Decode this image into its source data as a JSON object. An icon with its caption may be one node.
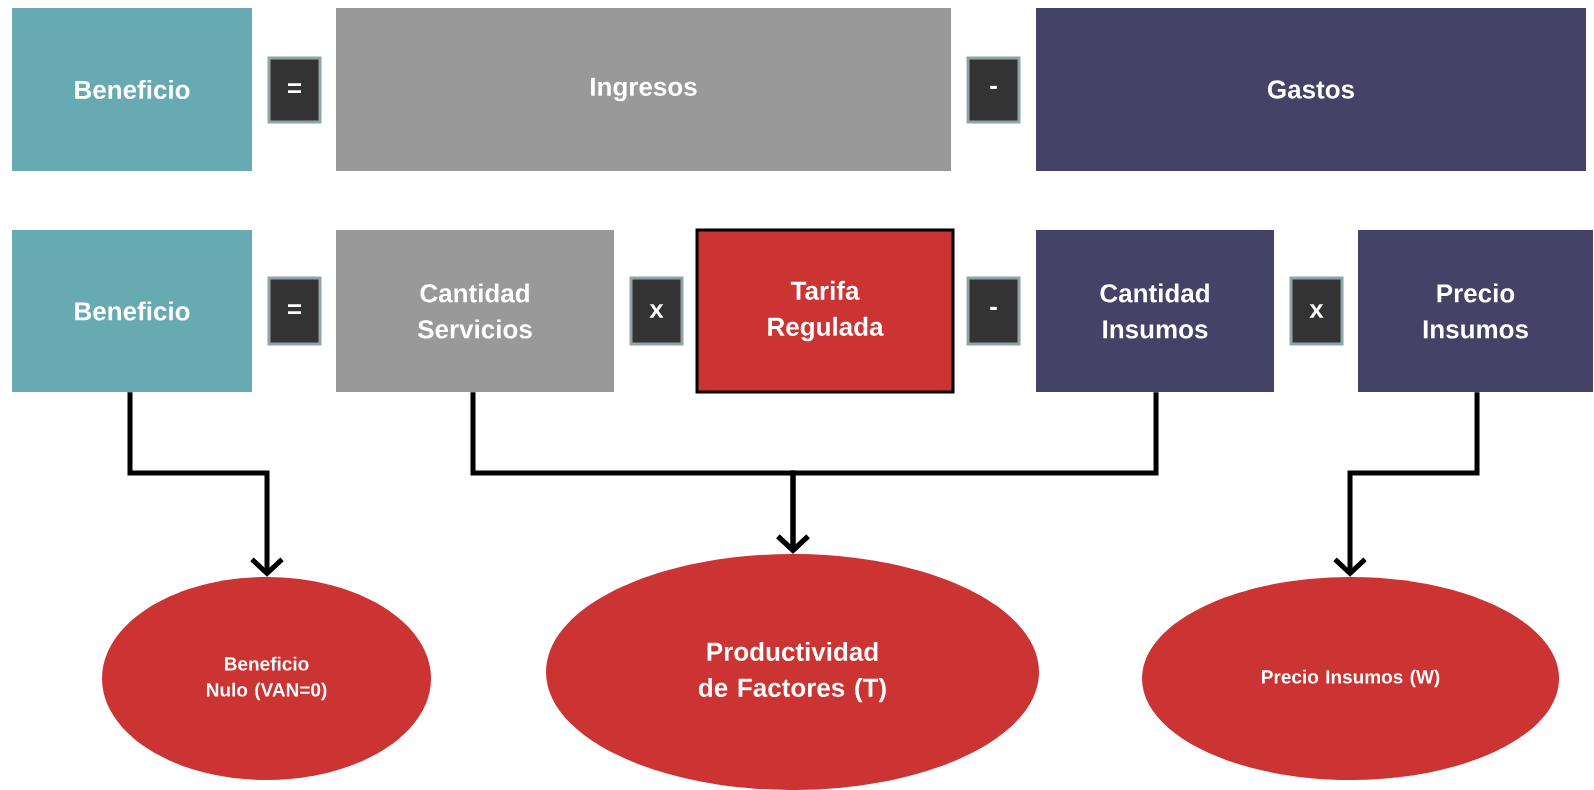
{
  "diagram": {
    "nodes": [
      {
        "text": [
          "Beneficio"
        ]
      },
      {
        "text": [
          "="
        ]
      },
      {
        "text": [
          "Ingresos"
        ]
      },
      {
        "text": [
          "-"
        ]
      },
      {
        "text": [
          "Gastos"
        ]
      },
      {
        "text": [
          "Beneficio"
        ]
      },
      {
        "text": [
          "="
        ]
      },
      {
        "text": [
          "Cantidad Servicios"
        ]
      },
      {
        "text": [
          "x"
        ]
      },
      {
        "text": [
          "Tarifa Regulada"
        ]
      },
      {
        "text": [
          "-"
        ]
      },
      {
        "text": [
          "Cantidad Insumos"
        ]
      },
      {
        "text": [
          "x"
        ]
      },
      {
        "text": [
          "Precio Insumos"
        ]
      },
      {
        "text": [
          "Beneficio Nulo (VAN=0)"
        ]
      },
      {
        "text": [
          "Productividad de Factores (T)"
        ]
      },
      {
        "text": [
          "Precio Insumos (W)"
        ]
      }
    ],
    "edges": [
      {
        "from": 5,
        "to": 14,
        "arrow": "to"
      },
      {
        "from": 7,
        "to": 15,
        "arrow": "to"
      },
      {
        "from": 11,
        "to": 15,
        "arrow": "to"
      },
      {
        "from": 13,
        "to": 16,
        "arrow": "to"
      }
    ]
  }
}
